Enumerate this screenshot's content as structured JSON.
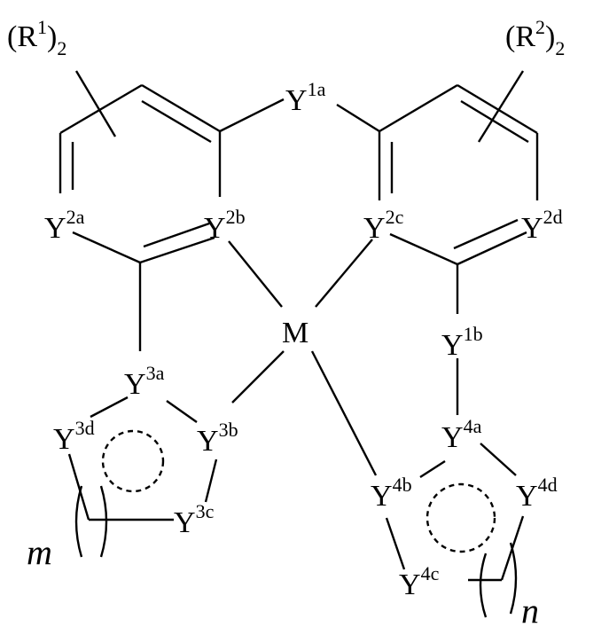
{
  "substituents": {
    "r1": {
      "open": "(R",
      "sup": "1",
      "close": ")",
      "sub": "2"
    },
    "r2": {
      "open": "(R",
      "sup": "2",
      "close": ")",
      "sub": "2"
    }
  },
  "atoms": {
    "y1a": {
      "base": "Y",
      "sup": "1a"
    },
    "y1b": {
      "base": "Y",
      "sup": "1b"
    },
    "y2a": {
      "base": "Y",
      "sup": "2a"
    },
    "y2b": {
      "base": "Y",
      "sup": "2b"
    },
    "y2c": {
      "base": "Y",
      "sup": "2c"
    },
    "y2d": {
      "base": "Y",
      "sup": "2d"
    },
    "y3a": {
      "base": "Y",
      "sup": "3a"
    },
    "y3b": {
      "base": "Y",
      "sup": "3b"
    },
    "y3c": {
      "base": "Y",
      "sup": "3c"
    },
    "y3d": {
      "base": "Y",
      "sup": "3d"
    },
    "y4a": {
      "base": "Y",
      "sup": "4a"
    },
    "y4b": {
      "base": "Y",
      "sup": "4b"
    },
    "y4c": {
      "base": "Y",
      "sup": "4c"
    },
    "y4d": {
      "base": "Y",
      "sup": "4d"
    },
    "metal": {
      "base": "M"
    }
  },
  "repeat_labels": {
    "m": "m",
    "n": "n"
  }
}
